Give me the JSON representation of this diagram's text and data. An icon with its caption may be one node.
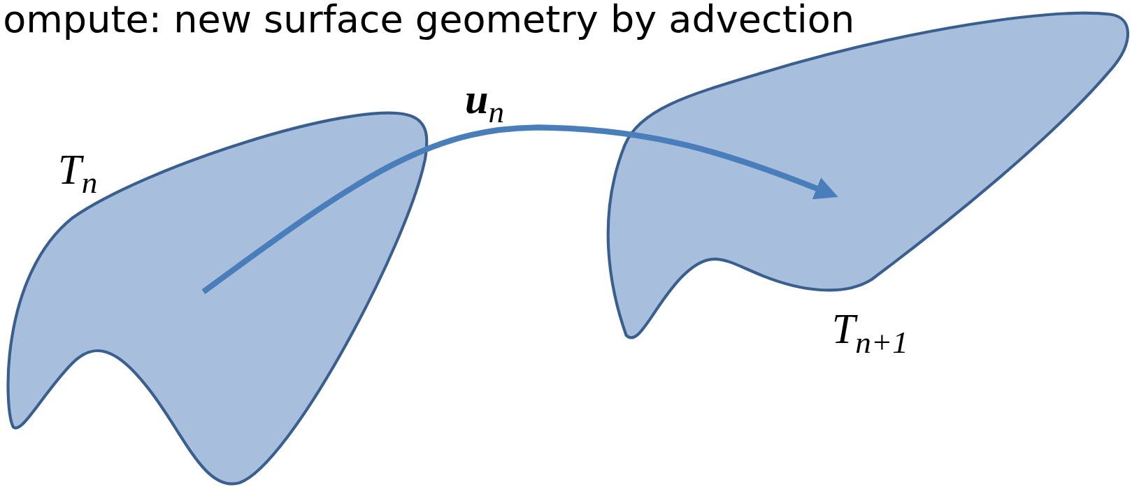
{
  "diagram": {
    "nodes": [
      {
        "text": [
          "T$_{n}$"
        ]
      },
      {
        "text": [
          "T$_{n+1}$"
        ]
      }
    ],
    "edges": [
      {
        "from": 0,
        "to": 1,
        "arrow": "to",
        "label": "**u**$_{n}$"
      }
    ],
    "labels": [
      "ompute: new surface geometry by advection"
    ]
  }
}
